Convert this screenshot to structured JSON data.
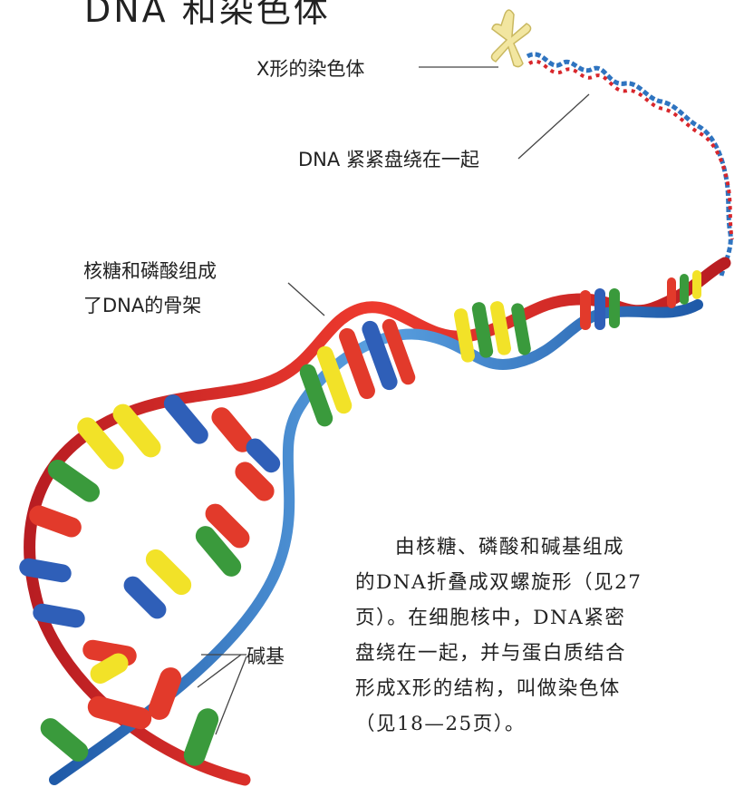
{
  "title": "DNA 和染色体",
  "labels": {
    "x_chromosome": "X形的染色体",
    "dna_coiled": "DNA 紧紧盘绕在一起",
    "backbone_line1": "核糖和磷酸组成",
    "backbone_line2": "了DNA的骨架",
    "bases": "碱基"
  },
  "paragraph": [
    "由核糖、磷酸和碱基组成",
    "的DNA折叠成双螺旋形（见27",
    "页）。在细胞核中，DNA紧密",
    "盘绕在一起，并与蛋白质结合",
    "形成X形的结构，叫做染色体",
    "（见18—25页）。"
  ],
  "colors": {
    "strand_red": "#d8262b",
    "strand_blue": "#2f74c0",
    "base_red": "#e23a2b",
    "base_yellow": "#f2e228",
    "base_green": "#3a9a3c",
    "base_blue": "#2f5fb8",
    "chromosome": "#f2e6a0",
    "text": "#222222"
  }
}
